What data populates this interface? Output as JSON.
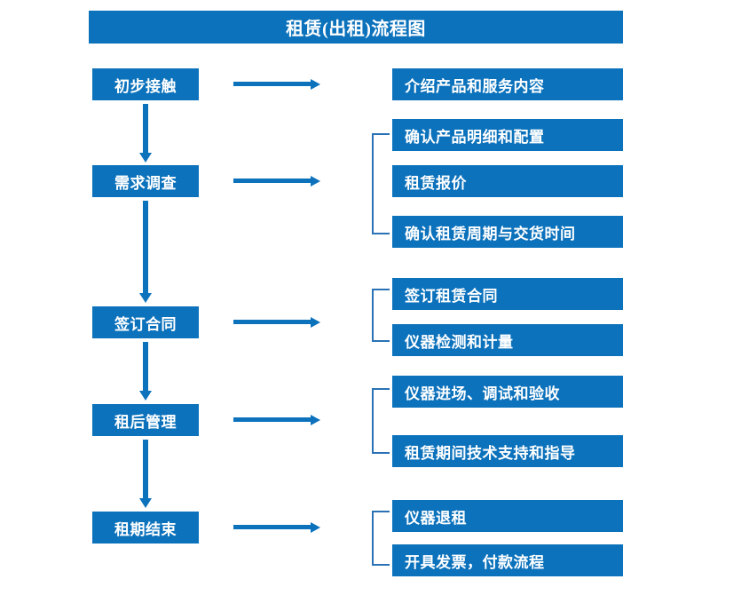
{
  "title": {
    "text": "租赁(出租)流程图"
  },
  "colors": {
    "box_blue": "#0c72bc",
    "arrow_blue": "#0c72bc",
    "bracket_blue": "#2a72b5",
    "box_text": "#ffffff",
    "background": "#ffffff"
  },
  "stages": [
    {
      "label": "初步接触"
    },
    {
      "label": "需求调查"
    },
    {
      "label": "签订合同"
    },
    {
      "label": "租后管理"
    },
    {
      "label": "租期结束"
    }
  ],
  "details": [
    {
      "label": "介绍产品和服务内容"
    },
    {
      "label": "确认产品明细和配置"
    },
    {
      "label": "租赁报价"
    },
    {
      "label": "确认租赁周期与交货时间"
    },
    {
      "label": "签订租赁合同"
    },
    {
      "label": "仪器检测和计量"
    },
    {
      "label": "仪器进场、调试和验收"
    },
    {
      "label": "租赁期间技术支持和指导"
    },
    {
      "label": "仪器退租"
    },
    {
      "label": "开具发票，付款流程"
    }
  ],
  "flow": {
    "groups": [
      {
        "stage": "初步接触",
        "details": [
          "介绍产品和服务内容"
        ]
      },
      {
        "stage": "需求调查",
        "details": [
          "确认产品明细和配置",
          "租赁报价",
          "确认租赁周期与交货时间"
        ]
      },
      {
        "stage": "签订合同",
        "details": [
          "签订租赁合同",
          "仪器检测和计量"
        ]
      },
      {
        "stage": "租后管理",
        "details": [
          "仪器进场、调试和验收",
          "租赁期间技术支持和指导"
        ]
      },
      {
        "stage": "租期结束",
        "details": [
          "仪器退租",
          "开具发票，付款流程"
        ]
      }
    ]
  }
}
